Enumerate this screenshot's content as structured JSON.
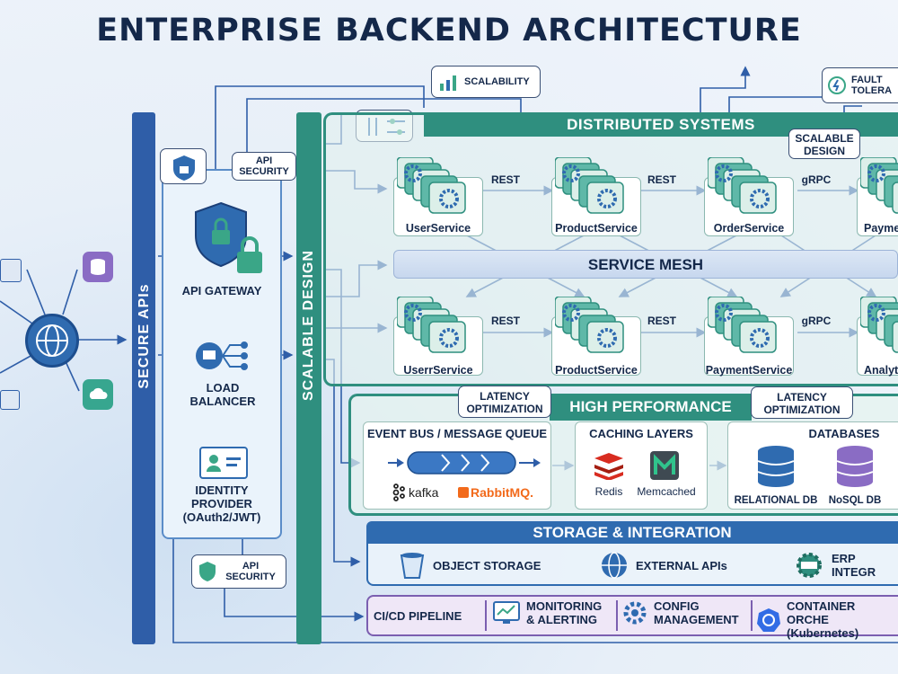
{
  "title": "ENTERPRISE BACKEND ARCHITECTURE",
  "columns": {
    "secure": "SECURE APIs",
    "scalable": "SCALABLE DESIGN"
  },
  "core": {
    "api_security_top": "API SECURITY",
    "api_gateway": "API GATEWAY",
    "load_balancer": "LOAD BALANCER",
    "identity_provider": "IDENTITY PROVIDER (OAuth2/JWT)",
    "api_security_bottom": "API SECURITY"
  },
  "callouts": {
    "scalability": "SCALABILITY",
    "fault_tolerance": "FAULT TOLERA",
    "scalable_design": "SCALABLE DESIGN"
  },
  "distributed": {
    "title": "DISTRIBUTED SYSTEMS",
    "row1": [
      "UserService",
      "ProductService",
      "OrderService",
      "Payme"
    ],
    "row2": [
      "UserrService",
      "ProductService",
      "PaymentService",
      "Analyt"
    ],
    "protocols_row1": [
      "REST",
      "REST",
      "gRPC"
    ],
    "protocols_row2": [
      "REST",
      "REST",
      "gRPC"
    ],
    "mesh": "SERVICE MESH"
  },
  "performance": {
    "title": "HIGH PERFORMANCE",
    "latency_1": "LATENCY OPTIMIZATION",
    "latency_2": "LATENCY OPTIMIZATION",
    "event_bus": "EVENT BUS / MESSAGE QUEUE",
    "kafka": "kafka",
    "rabbitmq": "RabbitMQ.",
    "caching": "CACHING LAYERS",
    "redis": "Redis",
    "memcached": "Memcached",
    "databases": "DATABASES",
    "relational": "RELATIONAL DB",
    "nosql": "NoSQL DB"
  },
  "storage": {
    "title": "STORAGE & INTEGRATION",
    "items": [
      "OBJECT STORAGE",
      "EXTERNAL APIs",
      "ERP INTEGR"
    ]
  },
  "pipeline": {
    "cicd": "CI/CD PIPELINE",
    "monitoring": "MONITORING & ALERTING",
    "config": "CONFIG MANAGEMENT",
    "container": "CONTAINER ORCHE (Kubernetes)"
  },
  "colors": {
    "navy": "#14284a",
    "blue": "#2f5ea8",
    "teal": "#2f8f7f",
    "purple": "#7b5fb0"
  }
}
